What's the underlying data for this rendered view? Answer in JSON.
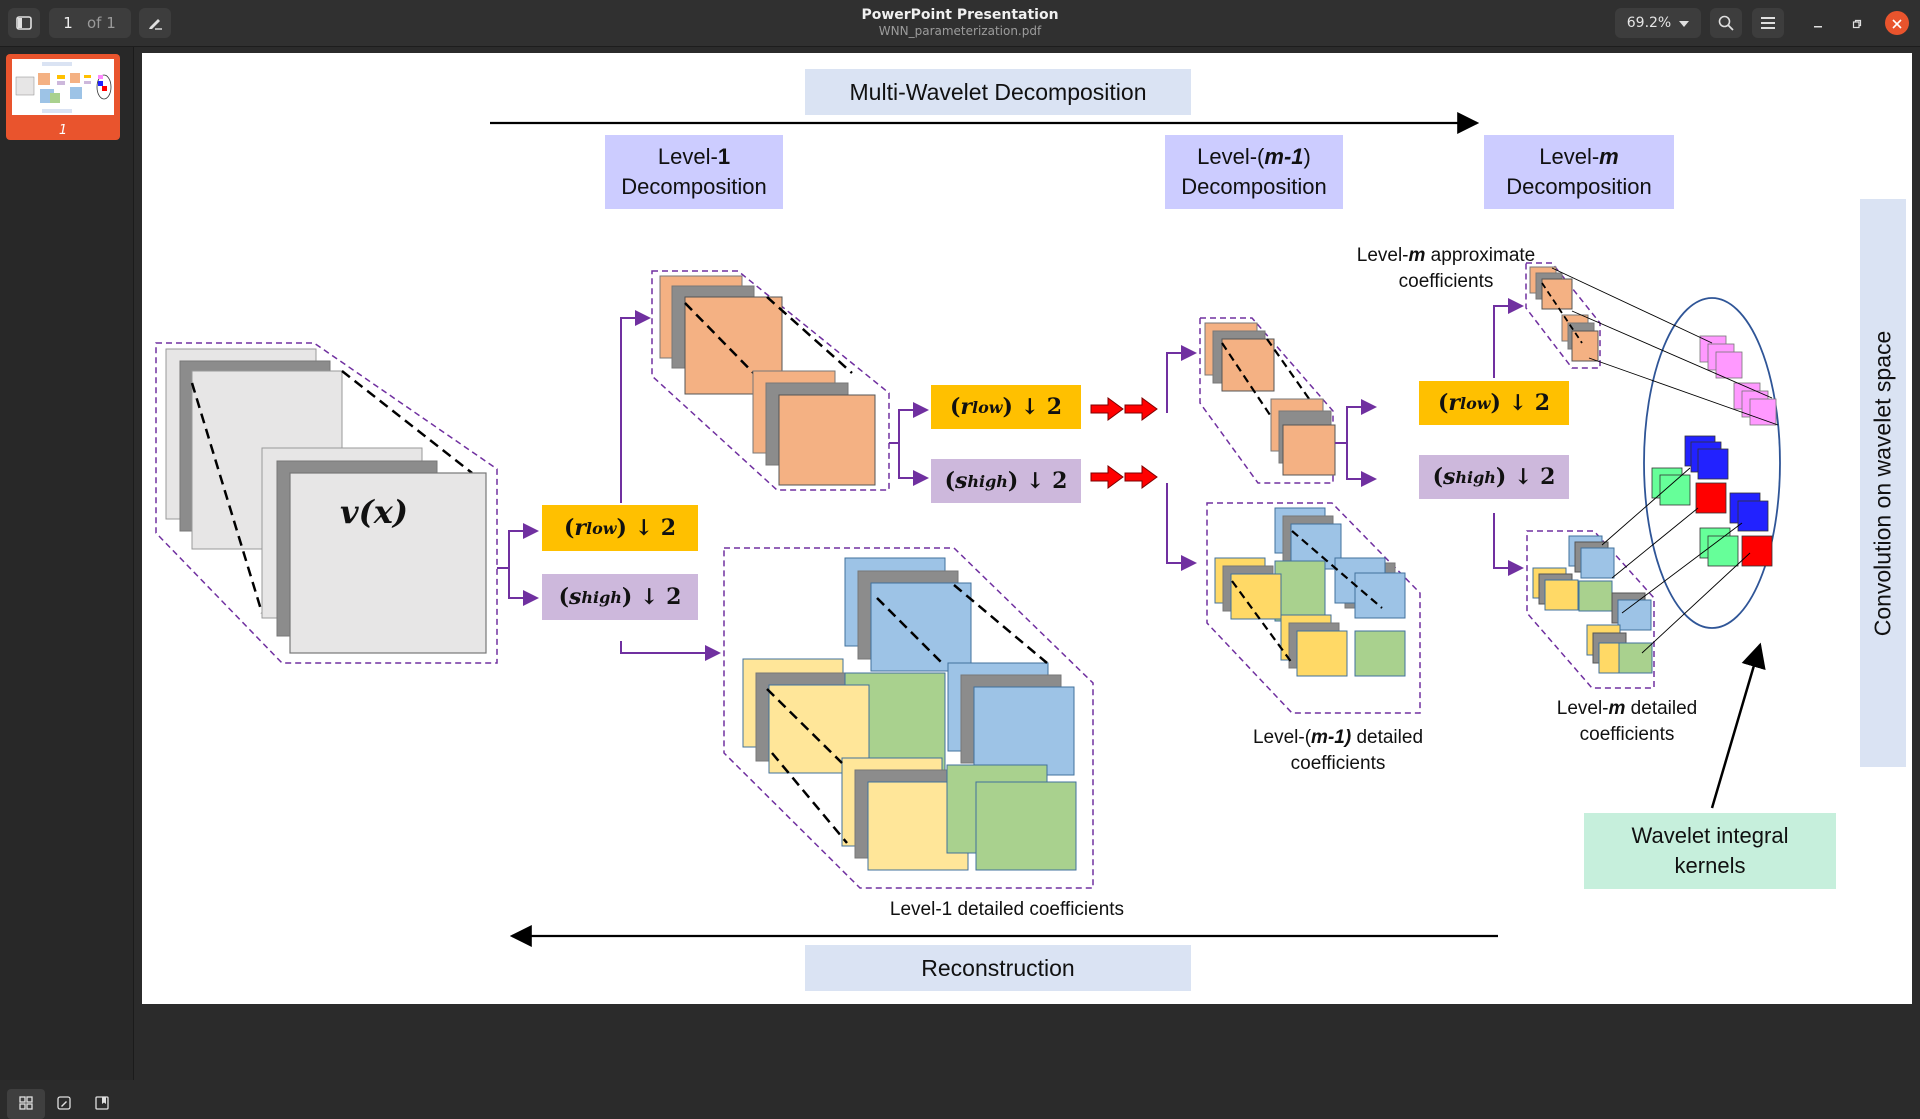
{
  "app": {
    "title": "PowerPoint Presentation",
    "filename": "WNN_parameterization.pdf",
    "page_current": "1",
    "page_total": "of 1",
    "zoom": "69.2%",
    "thumbnail_label": "1"
  },
  "icons": {
    "sidebar_toggle": "sidebar-toggle-icon",
    "annotate": "pen-icon",
    "search": "search-icon",
    "menu": "hamburger-menu-icon",
    "minimize": "minimize-icon",
    "restore": "restore-icon",
    "close": "close-icon",
    "thumbnails_view": "grid-icon",
    "annotations_view": "edit-icon",
    "outline_view": "bookmark-icon"
  },
  "colors": {
    "accent": "#e9542d",
    "low_op": "#ffc000",
    "high_op": "#cdb8dc",
    "header_box": "#dae3f3",
    "level_box": "#ccccff",
    "kernel_box": "#c6efdc",
    "arrow_purple": "#7030a0"
  },
  "diagram": {
    "top_title": "Multi-Wavelet Decomposition",
    "bottom_title": "Reconstruction",
    "level1_box": {
      "line1": "Level-",
      "bold": "1",
      "line2": "Decomposition"
    },
    "levelm1_box": {
      "line1_pre": "Level-(",
      "bold": "m-1",
      "line1_post": ")",
      "line2": "Decomposition"
    },
    "levelm_box": {
      "line1": "Level-",
      "bold": "m",
      "line2": "Decomposition"
    },
    "input_label": "v(x)",
    "op_low": {
      "sym": "r",
      "sub": "low",
      "rest": "↓ 2"
    },
    "op_high": {
      "sym": "s",
      "sub": "high",
      "rest": "↓ 2"
    },
    "level1_detail_label": "Level-1 detailed coefficients",
    "levelm1_detail_label": {
      "pre": "Level-(",
      "bold": "m-1)",
      "post": " detailed",
      "line2": "coefficients"
    },
    "levelm_detail_label": {
      "pre": "Level-",
      "bold": "m",
      "post": " detailed",
      "line2": "coefficients"
    },
    "levelm_approx_label": {
      "pre": "Level-",
      "bold": "m",
      "post": " approximate",
      "line2": "coefficients"
    },
    "kernels_label": {
      "line1": "Wavelet integral",
      "line2": "kernels"
    },
    "side_label": "Convolution on wavelet space"
  }
}
